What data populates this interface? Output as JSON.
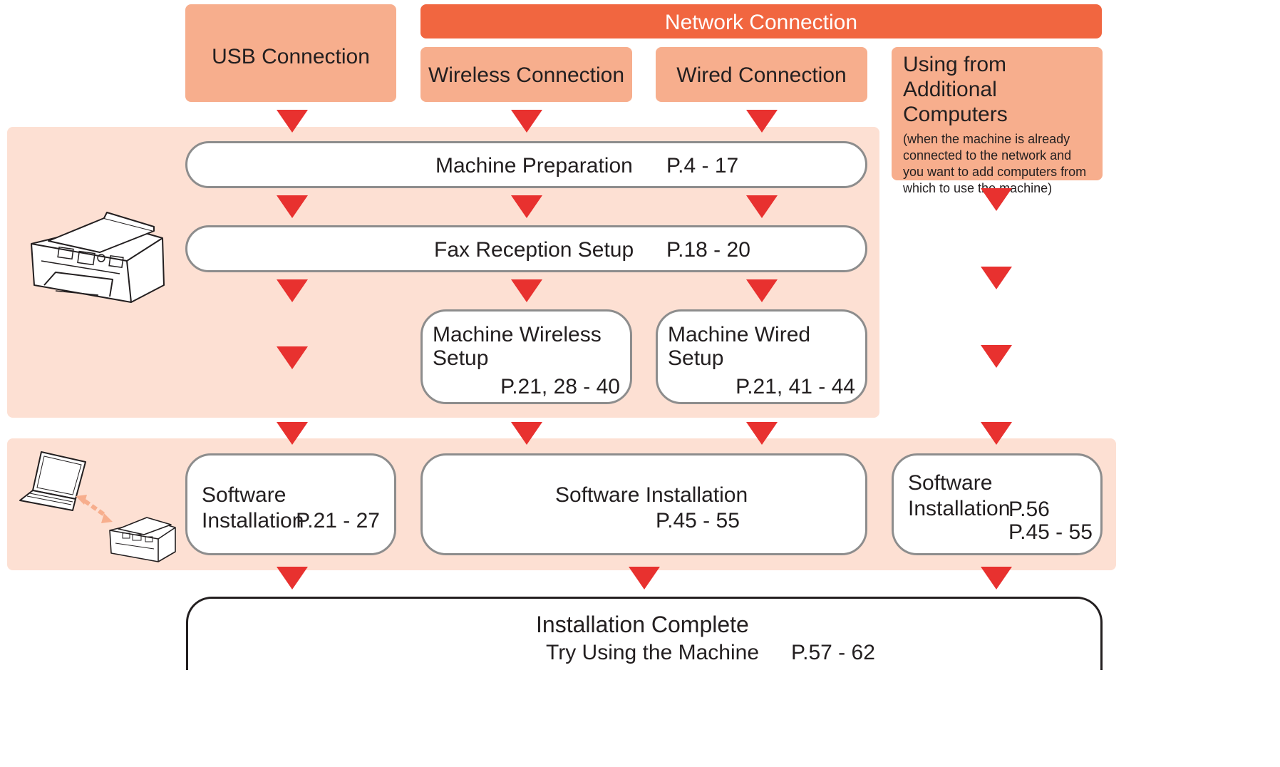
{
  "headers": {
    "usb": "USB Connection",
    "network": "Network Connection",
    "wireless": "Wireless Connection",
    "wired": "Wired Connection",
    "additional_title": "Using from Additional Computers",
    "additional_note": "(when the machine is already connected to the network and you want to add computers from which to use the machine)"
  },
  "steps": {
    "machine_prep": {
      "label": "Machine Preparation",
      "pages": "P.4 - 17"
    },
    "fax_setup": {
      "label": "Fax Reception Setup",
      "pages": "P.18 - 20"
    },
    "wireless_setup": {
      "label": "Machine Wireless Setup",
      "pages": "P.21, 28 - 40"
    },
    "wired_setup": {
      "label": "Machine Wired Setup",
      "pages": "P.21, 41 - 44"
    },
    "sw_usb": {
      "label": "Software Installation",
      "pages": "P.21 - 27"
    },
    "sw_network": {
      "label": "Software Installation",
      "pages": "P.45 - 55"
    },
    "sw_additional": {
      "label": "Software Installation",
      "pages_a": "P.56",
      "pages_b": "P.45 - 55"
    },
    "complete": {
      "label": "Installation Complete",
      "sub": "Try Using the Machine",
      "pages": "P.57 - 62"
    }
  },
  "colors": {
    "header_light": "#f7ae8d",
    "header_dark": "#f16640",
    "band": "#fde0d3",
    "arrow": "#e8312f",
    "box_border": "#8d8d8d"
  },
  "icons": [
    "printer-icon",
    "laptop-icon",
    "connection-arrow-icon",
    "small-printer-icon"
  ]
}
